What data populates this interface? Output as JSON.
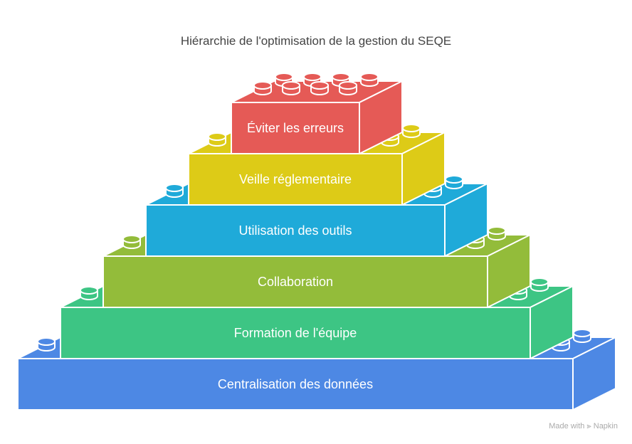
{
  "title": "Hiérarchie de l'optimisation de la gestion du SEQE",
  "layers": [
    {
      "label": "Centralisation des données",
      "color": "#4D88E4"
    },
    {
      "label": "Formation de l'équipe",
      "color": "#3DC584"
    },
    {
      "label": "Collaboration",
      "color": "#93BC3A"
    },
    {
      "label": "Utilisation des outils",
      "color": "#1FAAD9"
    },
    {
      "label": "Veille réglementaire",
      "color": "#DDCB17"
    },
    {
      "label": "Éviter les erreurs",
      "color": "#E55A56"
    }
  ],
  "watermark": {
    "prefix": "Made with",
    "brand": "Napkin"
  }
}
